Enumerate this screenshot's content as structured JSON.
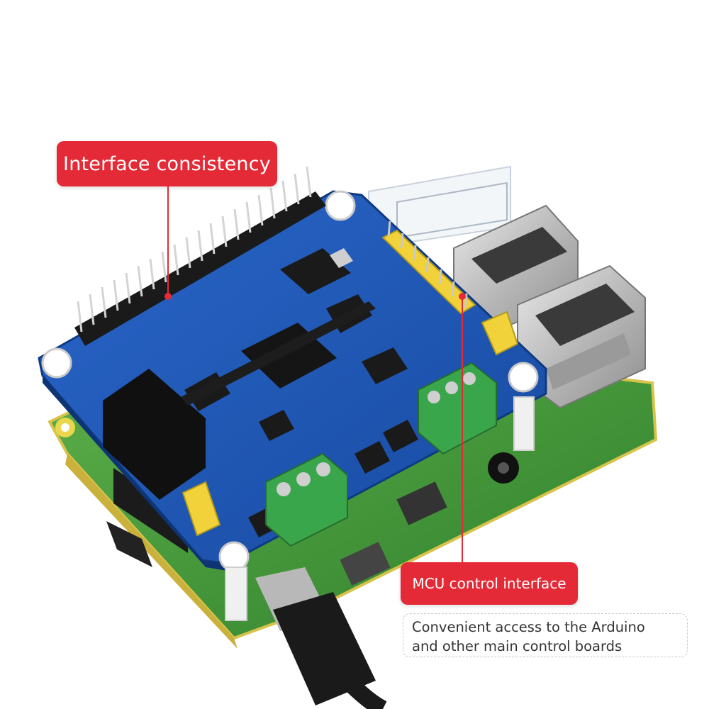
{
  "callouts": {
    "interface_consistency": "Interface consistency",
    "mcu_control_interface": "MCU control interface",
    "note_line1": "Convenient access to the Arduino",
    "note_line2": "and other main control boards"
  },
  "colors": {
    "callout_red": "#e42a36",
    "hat_blue": "#1f57b8",
    "pi_green": "#3f9a3a",
    "terminal_green": "#3aa64b",
    "header_yellow": "#f2d23a"
  },
  "icons": {
    "terminal_block": "green-screw-terminal",
    "usb_port": "usb-port",
    "ethernet_port": "ethernet-port",
    "pin_header": "gpio-pin-header",
    "cable": "usb-c-cable"
  }
}
